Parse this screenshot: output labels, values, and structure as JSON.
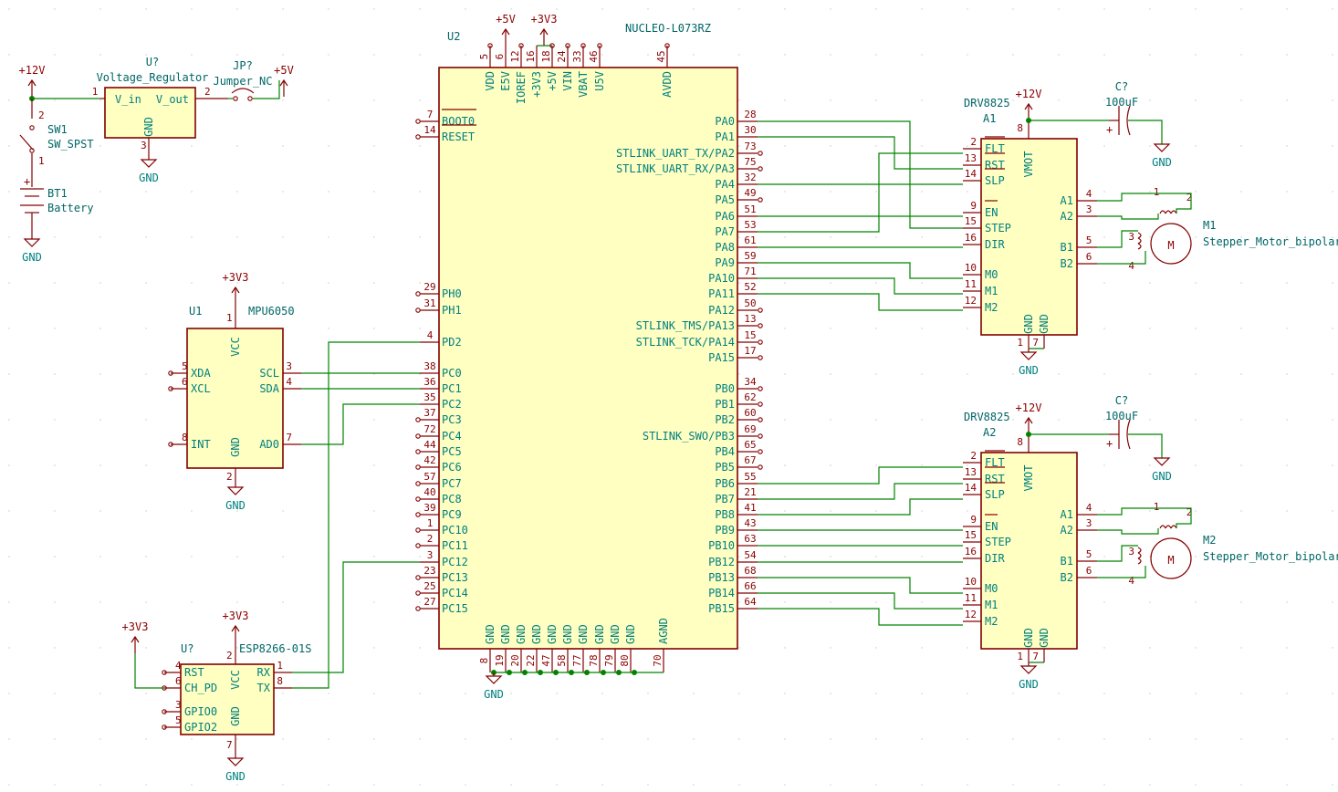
{
  "schematic": {
    "power_labels": {
      "v12": "+12V",
      "v5": "+5V",
      "v3v3": "+3V3",
      "gnd": "GND"
    },
    "regulator": {
      "ref": "U?",
      "value": "Voltage_Regulator",
      "pins": {
        "vin": "V_in",
        "vout": "V_out",
        "gnd": "GND"
      },
      "pin_numbers": [
        "1",
        "2",
        "3"
      ]
    },
    "jumper": {
      "ref": "JP?",
      "value": "Jumper_NC"
    },
    "switch": {
      "ref": "SW1",
      "value": "SW_SPST"
    },
    "battery": {
      "ref": "BT1",
      "value": "Battery"
    },
    "mpu": {
      "ref": "U1",
      "value": "MPU6050",
      "left_pins": [
        {
          "num": "5",
          "name": "XDA"
        },
        {
          "num": "6",
          "name": "XCL"
        },
        {
          "num": "8",
          "name": "INT"
        }
      ],
      "right_pins": [
        {
          "num": "3",
          "name": "SCL"
        },
        {
          "num": "4",
          "name": "SDA"
        },
        {
          "num": "7",
          "name": "AD0"
        }
      ],
      "top_pin": {
        "num": "1",
        "name": "VCC"
      },
      "bottom_pin": {
        "num": "2",
        "name": "GND"
      }
    },
    "esp": {
      "ref": "U?",
      "value": "ESP8266-01S",
      "left_pins": [
        {
          "num": "4",
          "name": "RST"
        },
        {
          "num": "6",
          "name": "CH_PD"
        },
        {
          "num": "3",
          "name": "GPIO0"
        },
        {
          "num": "5",
          "name": "GPIO2"
        }
      ],
      "right_pins": [
        {
          "num": "1",
          "name": "RX"
        },
        {
          "num": "8",
          "name": "TX"
        }
      ],
      "top_pin": {
        "num": "2",
        "name": "VCC"
      },
      "bottom_pin": {
        "num": "7",
        "name": "GND"
      }
    },
    "nucleo": {
      "ref": "U2",
      "value": "NUCLEO-L073RZ",
      "top_pins": [
        {
          "num": "5",
          "name": "VDD"
        },
        {
          "num": "6",
          "name": "E5V"
        },
        {
          "num": "12",
          "name": "IOREF"
        },
        {
          "num": "16",
          "name": "+3V3"
        },
        {
          "num": "18",
          "name": "+5V"
        },
        {
          "num": "24",
          "name": "VIN"
        },
        {
          "num": "33",
          "name": "VBAT"
        },
        {
          "num": "46",
          "name": "U5V"
        },
        {
          "num": "45",
          "name": "AVDD"
        }
      ],
      "left_pins": [
        {
          "num": "7",
          "name": "BOOT0"
        },
        {
          "num": "14",
          "name": "RESET"
        },
        {
          "num": "29",
          "name": "PH0"
        },
        {
          "num": "31",
          "name": "PH1"
        },
        {
          "num": "4",
          "name": "PD2"
        },
        {
          "num": "38",
          "name": "PC0"
        },
        {
          "num": "36",
          "name": "PC1"
        },
        {
          "num": "35",
          "name": "PC2"
        },
        {
          "num": "37",
          "name": "PC3"
        },
        {
          "num": "72",
          "name": "PC4"
        },
        {
          "num": "44",
          "name": "PC5"
        },
        {
          "num": "42",
          "name": "PC6"
        },
        {
          "num": "57",
          "name": "PC7"
        },
        {
          "num": "40",
          "name": "PC8"
        },
        {
          "num": "39",
          "name": "PC9"
        },
        {
          "num": "1",
          "name": "PC10"
        },
        {
          "num": "2",
          "name": "PC11"
        },
        {
          "num": "3",
          "name": "PC12"
        },
        {
          "num": "23",
          "name": "PC13"
        },
        {
          "num": "25",
          "name": "PC14"
        },
        {
          "num": "27",
          "name": "PC15"
        }
      ],
      "right_pins": [
        {
          "num": "28",
          "name": "PA0"
        },
        {
          "num": "30",
          "name": "PA1"
        },
        {
          "num": "73",
          "name": "STLINK_UART_TX/PA2"
        },
        {
          "num": "75",
          "name": "STLINK_UART_RX/PA3"
        },
        {
          "num": "32",
          "name": "PA4"
        },
        {
          "num": "49",
          "name": "PA5"
        },
        {
          "num": "51",
          "name": "PA6"
        },
        {
          "num": "53",
          "name": "PA7"
        },
        {
          "num": "61",
          "name": "PA8"
        },
        {
          "num": "59",
          "name": "PA9"
        },
        {
          "num": "71",
          "name": "PA10"
        },
        {
          "num": "52",
          "name": "PA11"
        },
        {
          "num": "50",
          "name": "PA12"
        },
        {
          "num": "13",
          "name": "STLINK_TMS/PA13"
        },
        {
          "num": "15",
          "name": "STLINK_TCK/PA14"
        },
        {
          "num": "17",
          "name": "PA15"
        },
        {
          "num": "34",
          "name": "PB0"
        },
        {
          "num": "62",
          "name": "PB1"
        },
        {
          "num": "60",
          "name": "PB2"
        },
        {
          "num": "69",
          "name": "STLINK_SWO/PB3"
        },
        {
          "num": "65",
          "name": "PB4"
        },
        {
          "num": "67",
          "name": "PB5"
        },
        {
          "num": "55",
          "name": "PB6"
        },
        {
          "num": "21",
          "name": "PB7"
        },
        {
          "num": "41",
          "name": "PB8"
        },
        {
          "num": "43",
          "name": "PB9"
        },
        {
          "num": "63",
          "name": "PB10"
        },
        {
          "num": "54",
          "name": "PB12"
        },
        {
          "num": "68",
          "name": "PB13"
        },
        {
          "num": "66",
          "name": "PB14"
        },
        {
          "num": "64",
          "name": "PB15"
        }
      ],
      "bottom_pins": [
        {
          "num": "8",
          "name": "GND"
        },
        {
          "num": "19",
          "name": "GND"
        },
        {
          "num": "20",
          "name": "GND"
        },
        {
          "num": "22",
          "name": "GND"
        },
        {
          "num": "47",
          "name": "GND"
        },
        {
          "num": "58",
          "name": "GND"
        },
        {
          "num": "77",
          "name": "GND"
        },
        {
          "num": "78",
          "name": "GND"
        },
        {
          "num": "79",
          "name": "GND"
        },
        {
          "num": "80",
          "name": "GND"
        },
        {
          "num": "70",
          "name": "AGND"
        }
      ]
    },
    "drivers": [
      {
        "ref": "A1",
        "value": "DRV8825",
        "left_pins": [
          {
            "num": "2",
            "name": "FLT"
          },
          {
            "num": "13",
            "name": "RST"
          },
          {
            "num": "14",
            "name": "SLP"
          },
          {
            "num": "9",
            "name": "EN"
          },
          {
            "num": "15",
            "name": "STEP"
          },
          {
            "num": "16",
            "name": "DIR"
          },
          {
            "num": "10",
            "name": "M0"
          },
          {
            "num": "11",
            "name": "M1"
          },
          {
            "num": "12",
            "name": "M2"
          }
        ],
        "right_pins": [
          {
            "num": "4",
            "name": "A1"
          },
          {
            "num": "3",
            "name": "A2"
          },
          {
            "num": "5",
            "name": "B1"
          },
          {
            "num": "6",
            "name": "B2"
          }
        ],
        "top_pin": {
          "num": "8",
          "name": "VMOT"
        },
        "bottom_pins": [
          {
            "num": "1",
            "name": "GND"
          },
          {
            "num": "7",
            "name": "GND"
          }
        ]
      },
      {
        "ref": "A2",
        "value": "DRV8825",
        "left_pins": [
          {
            "num": "2",
            "name": "FLT"
          },
          {
            "num": "13",
            "name": "RST"
          },
          {
            "num": "14",
            "name": "SLP"
          },
          {
            "num": "9",
            "name": "EN"
          },
          {
            "num": "15",
            "name": "STEP"
          },
          {
            "num": "16",
            "name": "DIR"
          },
          {
            "num": "10",
            "name": "M0"
          },
          {
            "num": "11",
            "name": "M1"
          },
          {
            "num": "12",
            "name": "M2"
          }
        ],
        "right_pins": [
          {
            "num": "4",
            "name": "A1"
          },
          {
            "num": "3",
            "name": "A2"
          },
          {
            "num": "5",
            "name": "B1"
          },
          {
            "num": "6",
            "name": "B2"
          }
        ],
        "top_pin": {
          "num": "8",
          "name": "VMOT"
        },
        "bottom_pins": [
          {
            "num": "1",
            "name": "GND"
          },
          {
            "num": "7",
            "name": "GND"
          }
        ]
      }
    ],
    "caps": [
      {
        "ref": "C?",
        "value": "100uF"
      },
      {
        "ref": "C?",
        "value": "100uF"
      }
    ],
    "motors": [
      {
        "ref": "M1",
        "value": "Stepper_Motor_bipolar",
        "pins": [
          "1",
          "2",
          "3",
          "4"
        ]
      },
      {
        "ref": "M2",
        "value": "Stepper_Motor_bipolar",
        "pins": [
          "1",
          "2",
          "3",
          "4"
        ]
      }
    ],
    "colors": {
      "wire": "#008400",
      "body_fill": "#FFFFC2",
      "outline": "#840000",
      "text": "#006666"
    }
  }
}
